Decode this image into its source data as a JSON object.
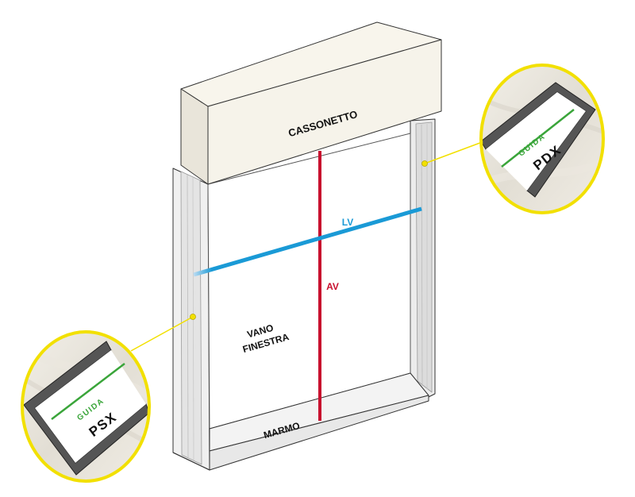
{
  "labels": {
    "box": "CASSONETTO",
    "opening_line1": "VANO",
    "opening_line2": "FINESTRA",
    "sill": "MARMO",
    "width": "LV",
    "height": "AV"
  },
  "detail_left": {
    "guide": "GUIDA",
    "code": "PSX"
  },
  "detail_right": {
    "guide": "GUIDA",
    "code": "PDX"
  },
  "colors": {
    "height_line": "#c8102e",
    "width_line": "#1a9ad6",
    "guide_line": "#3aa53a",
    "callout": "#f2e000",
    "outline": "#333333"
  }
}
